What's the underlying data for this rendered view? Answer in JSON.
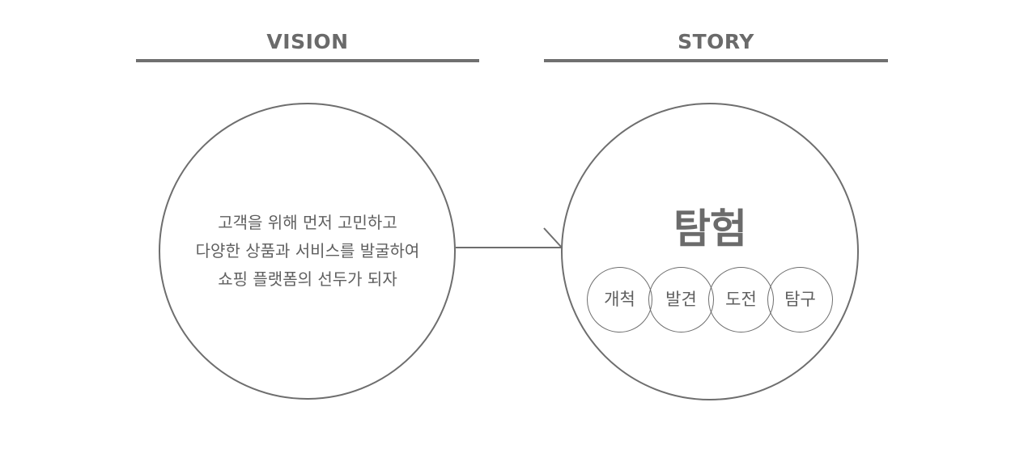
{
  "vision": {
    "heading": "VISION",
    "lines": [
      "고객을 위해 먼저 고민하고",
      "다양한 상품과 서비스를 발굴하여",
      "쇼핑 플랫폼의 선두가 되자"
    ]
  },
  "story": {
    "heading": "STORY",
    "title": "탐험",
    "keywords": [
      "개척",
      "발견",
      "도전",
      "탐구"
    ]
  },
  "colors": {
    "stroke": "#6e6e6e",
    "text": "#5f5f5f",
    "background": "#ffffff"
  }
}
